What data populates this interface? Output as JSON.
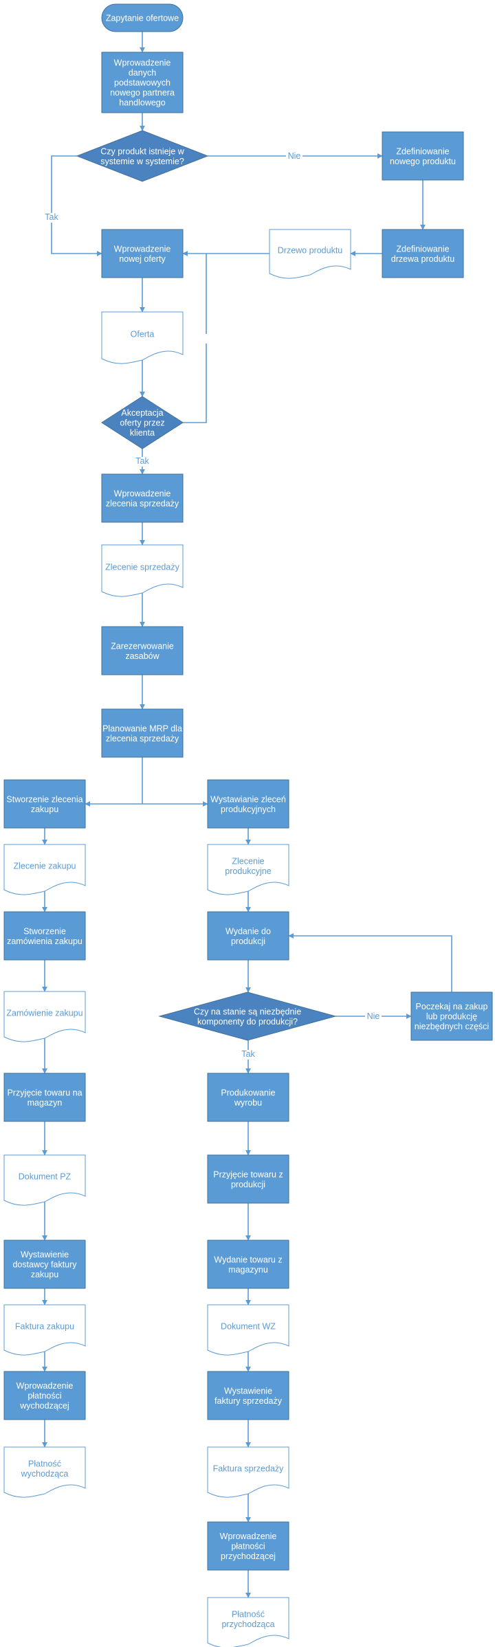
{
  "start": "Zapytanie ofertowe",
  "wprowadzenie_danych": "Wprowadzenie danych podstawowych nowego partnera handlowego",
  "czy_produkt": "Czy produkt istnieje w systemie w systemie?",
  "zdefiniowanie_produktu": "Zdefiniowanie nowego produktu",
  "zdefiniowanie_drzewa": "Zdefiniowanie drzewa produktu",
  "drzewo_produktu": "Drzewo produktu",
  "wprowadzenie_oferty": "Wprowadzenie nowej oferty",
  "oferta": "Oferta",
  "akceptacja": "Akceptacja oferty przez klienta",
  "wprowadzenie_zlecenia": "Wprowadzenie zlecenia sprzedaży",
  "zlecenie_sprzedazy": "Zlecenie sprzedaży",
  "zarezerwowanie": "Zarezerwowanie zasabów",
  "planowanie": "Planowanie MRP dla zlecenia sprzedaży",
  "stworzenie_zlecenia_zakupu": "Stworzenie zlecenia zakupu",
  "zlecenie_zakupu": "Zlecenie zakupu",
  "stworzenie_zamowienia": "Stworzenie zamówienia zakupu",
  "zamowienie_zakupu": "Zamówienie zakupu",
  "przyjecie_magazyn": "Przyjęcie towaru na magazyn",
  "dokument_pz": "Dokument PZ",
  "wystawienie_faktury_zakupu": "Wystawienie dostawcy faktury zakupu",
  "faktura_zakupu": "Faktura zakupu",
  "wprowadzenie_platnosci_wych": "Wprowadzenie płatności wychodzącej",
  "platnosc_wych": "Płatność wychodząca",
  "wystawianie_zlecen": "Wystawianie zleceń produkcyjnych",
  "zlecenie_produkcyjne": "Zlecenie produkcyjne",
  "wydanie_do_produkcji": "Wydanie do produkcji",
  "czy_na_stanie": "Czy na stanie są niezbędnie komponenty do produkcji?",
  "poczekaj": "Poczekaj na zakup lub produkcję niezbędnych części",
  "produkowanie": "Produkowanie wyrobu",
  "przyjecie_z_produkcji": "Przyjęcie towaru z produkcji",
  "wydanie_z_magazynu": "Wydanie towaru z magazynu",
  "dokument_wz": "Dokument WZ",
  "wystawienie_faktury_sprzedazy": "Wystawienie faktury sprzedaży",
  "faktura_sprzedazy": "Faktura sprzedaży",
  "wprowadzenie_platnosci_przych": "Wprowadzenie płatności przychodzącej",
  "platnosc_przych": "Płatność przychodząca",
  "edge_tak": "Tak",
  "edge_nie": "Nie",
  "colors": {
    "box": "#5b9bd5",
    "diamond": "#4a83c0",
    "line": "#5b9bd5"
  }
}
